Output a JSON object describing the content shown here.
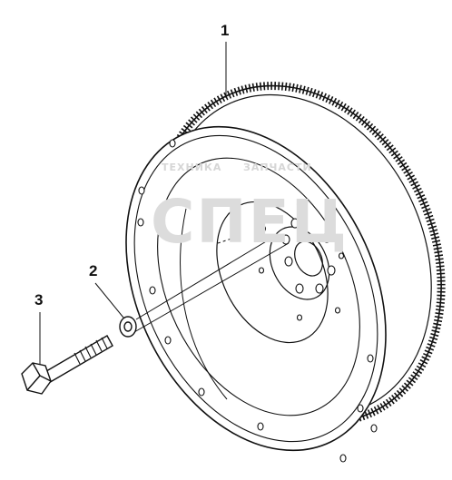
{
  "callouts": [
    {
      "number": "1",
      "part": "flywheel"
    },
    {
      "number": "2",
      "part": "washer"
    },
    {
      "number": "3",
      "part": "bolt"
    }
  ],
  "watermark": {
    "left_text": "ТЕХНИКА",
    "right_text": "ЗАПЧАСТИ",
    "logo_text": "СПЕЦ"
  },
  "colors": {
    "line": "#111111",
    "watermark": "#d6d6d6",
    "background": "#ffffff"
  }
}
